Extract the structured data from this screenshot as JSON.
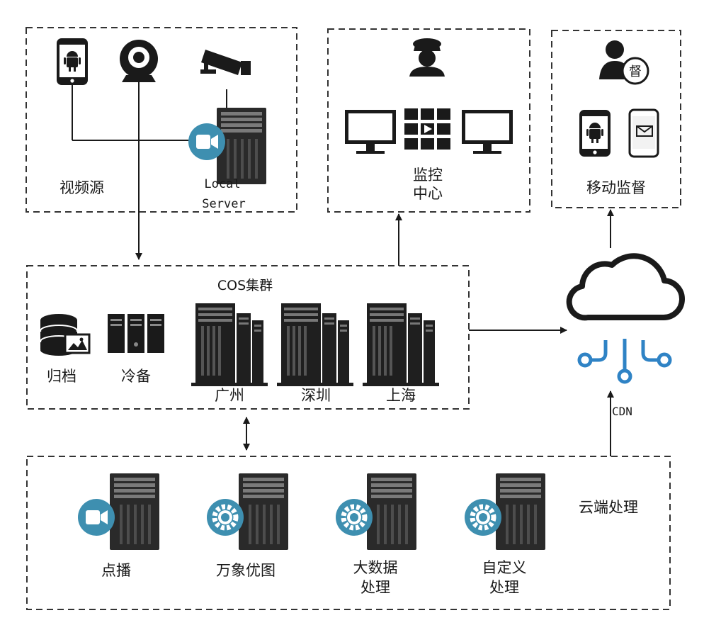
{
  "video_source": {
    "label": "视频源",
    "local_server": [
      "Local",
      "Server"
    ]
  },
  "monitor_center": {
    "label": [
      "监控",
      "中心"
    ]
  },
  "mobile_supervision": {
    "label": "移动监督",
    "badge": "督"
  },
  "cos_cluster": {
    "title": "COS集群",
    "archive": "归档",
    "cold_backup": "冷备",
    "regions": [
      "广州",
      "深圳",
      "上海"
    ]
  },
  "cdn": {
    "label": "CDN"
  },
  "cloud_processing": {
    "title": "云端处理",
    "items": [
      {
        "lines": [
          "点播"
        ]
      },
      {
        "lines": [
          "万象优图"
        ]
      },
      {
        "lines": [
          "大数据",
          "处理"
        ]
      },
      {
        "lines": [
          "自定义",
          "处理"
        ]
      }
    ]
  },
  "colors": {
    "accent": "#2f83c5",
    "badge_teal": "#3e8fb0",
    "dark": "#1a1a1a"
  }
}
